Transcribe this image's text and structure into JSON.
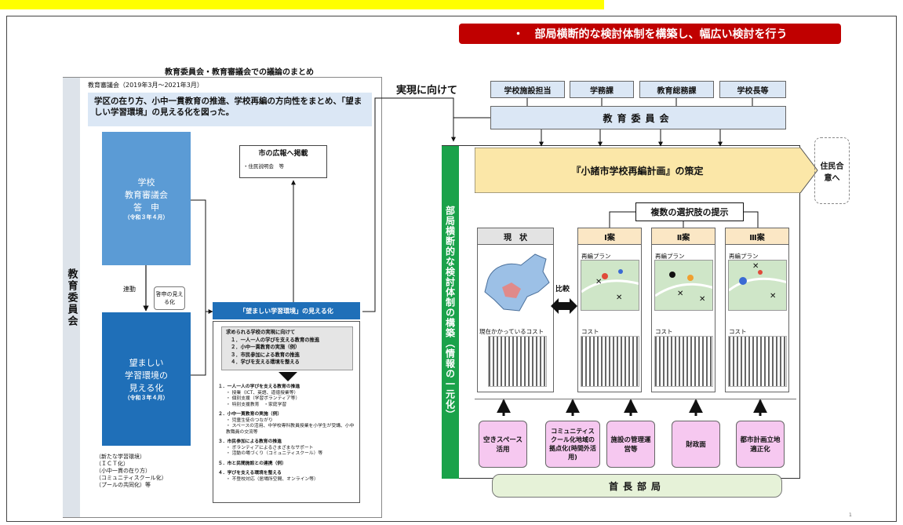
{
  "slide": {
    "top_banner_text": "",
    "page_number": "1"
  },
  "header": {
    "red_banner": "・　部局横断的な検討体制を構築し、幅広い検討を行う"
  },
  "left": {
    "title": "教育委員会・教育審議会での議論のまとめ",
    "side_label": "教育委員会",
    "council_period": "教育審議会（2019年3月～2021年3月）",
    "summary": "学区の在り方、小中一貫教育の推進、学校再編の方向性をまとめ、「望ましい学習環境」の見える化を図った。",
    "report_box": {
      "line1": "学校",
      "line2": "教育審議会",
      "line3": "答　申",
      "date": "（令和３年４月）"
    },
    "vision_box": {
      "line1": "望ましい",
      "line2": "学習環境の",
      "line3": "見える化",
      "date": "（令和３年４月）"
    },
    "link_label": "連動",
    "response_label": "答申の見える化",
    "pr_box": {
      "title": "市の広報へ掲載",
      "item": "・住民説明会　等"
    },
    "visual_panel": {
      "header": "「望ましい学習環境」の見える化",
      "subtitle": "求められる学校の実現に向けて",
      "items": [
        "１．一人一人の学びを支える教育の推進",
        "２．小中一貫教育の実施（例）",
        "３．市民参加による教育の推進",
        "４．学びを支える環境を整える"
      ]
    },
    "details": [
      {
        "head": "１．一人一人の学びを支える教育の推進",
        "subs": [
          "・ 授業（ICT、英語、道徳授業等）",
          "・ 個別支援（学習ボランティア等）",
          "・ 特別支援教育　・家庭学習"
        ]
      },
      {
        "head": "２．小中一貫教育の実施（例）",
        "subs": [
          "・ 児童生徒のつながり",
          "・ スペースの活用、中学校専科教員授業を小学生が受講、小中教職員の交流等"
        ]
      },
      {
        "head": "３．市民参加による教育の推進",
        "subs": [
          "・ ボランティアによるさまざまなサポート",
          "・ 活動の場づくり（コミュニティスクール）等"
        ]
      },
      {
        "head": "５．市と民間施設との連携（例）",
        "subs": []
      },
      {
        "head": "４．学びを支える環境を整える",
        "subs": [
          "・ 不登校対応（居場所空間、オンライン等）"
        ]
      }
    ],
    "bottom_notes": [
      "（新たな学習環境）",
      "（ＩＣＴ化）",
      "（小中一貫の在り方）",
      "（コミュニティスクール化）",
      "（プールの共同化）等"
    ]
  },
  "right": {
    "toward_label": "実現に向けて",
    "departments": [
      "学校施設担当",
      "学務課",
      "教育総務課",
      "学校長等"
    ],
    "board": "教育委員会",
    "vertical_label": "部局横断的な検討体制の構築（情報の一元化）",
    "plan_arrow": "『小諸市学校再編計画』の策定",
    "residents": "住民合意へ",
    "options_title": "複数の選択肢の提示",
    "columns": {
      "current": "現　状",
      "plans": [
        "Ⅰ案",
        "Ⅱ案",
        "Ⅲ案"
      ]
    },
    "compare_label": "比較",
    "plan_map_label": "再編プラン",
    "current_cost_label": "現在かかっているコスト",
    "cost_label": "コスト",
    "inputs": [
      "空きスペース活用",
      "コミュニティスクール化地域の拠点化(時間外活用)",
      "施設の管理運営等",
      "財政面",
      "都市計画立地適正化"
    ],
    "mayor": "首長部局"
  },
  "colors": {
    "red_banner": "#c00000",
    "light_blue_box": "#dbe7f5",
    "mid_blue": "#5b9bd5",
    "dark_blue": "#1f6fb8",
    "green_bar": "#1aa24a",
    "plan_yellow": "#fbe7a8",
    "pink_input": "#f6c8f0",
    "mayor_green": "#e6f2d8",
    "yellow_strip": "#ffff00"
  }
}
